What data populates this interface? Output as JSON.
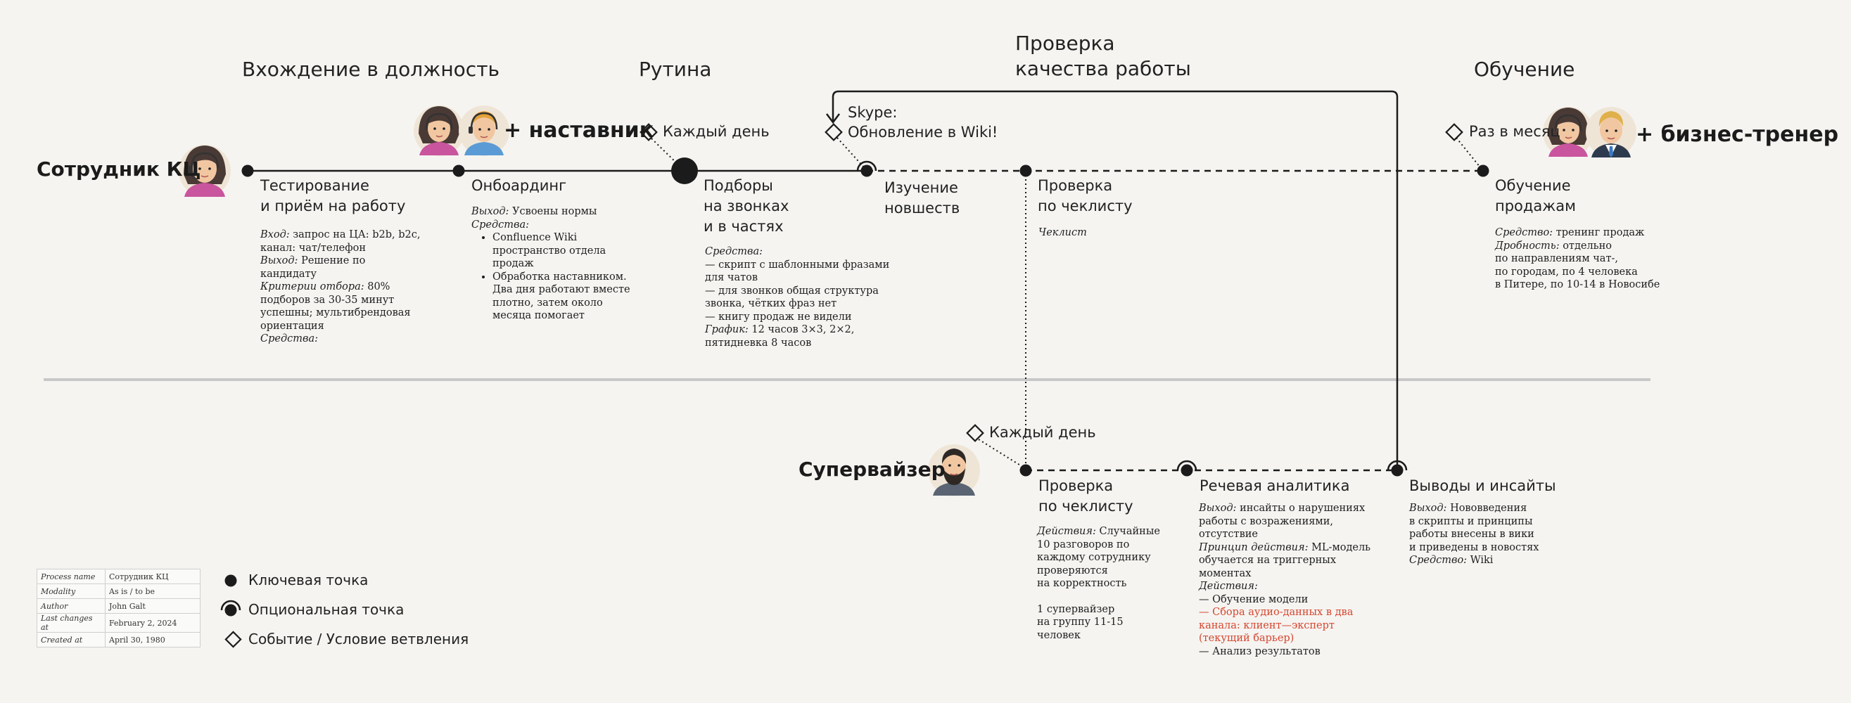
{
  "stages": {
    "onboarding": "Вхождение в должность",
    "routine": "Рутина",
    "quality_line1": "Проверка",
    "quality_line2": "качества работы",
    "training": "Обучение"
  },
  "actors": {
    "employee": "Сотрудник КЦ",
    "supervisor": "Супервайзер",
    "mentor": "+ наставник",
    "trainer": "+ бизнес-тренер"
  },
  "conditions": {
    "daily_routine": "Каждый день",
    "skype_1": "Skype:",
    "skype_2": "Обновление в Wiki!",
    "monthly": "Раз в месяц",
    "daily_supervisor": "Каждый день"
  },
  "steps": {
    "testing": {
      "l1": "Тестирование",
      "l2": "и приём на работу",
      "d1_k": "Вход:",
      "d1_v": "запрос на ЦА: b2b, b2c,",
      "d2": "канал: чат/телефон",
      "d3_k": "Выход:",
      "d3_v": "Решение по",
      "d4": "кандидату",
      "d5_k": "Критерии отбора:",
      "d5_v": "80%",
      "d6": "подборов за 30-35 минут",
      "d7": "успешны; мультибрендовая",
      "d8": "ориентация",
      "d9_k": "Средства:"
    },
    "onboard": {
      "l1": "Онбоардинг",
      "d1_k": "Выход:",
      "d1_v": "Усвоены нормы",
      "d2_k": "Средства:",
      "b1_1": "Confluence Wiki",
      "b1_2": "пространство отдела",
      "b1_3": "продаж",
      "b2_1": "Обработка наставником.",
      "b2_2": "Два дня работают вместе",
      "b2_3": "плотно, затем около",
      "b2_4": "месяца помогает"
    },
    "calls": {
      "l1": "Подборы",
      "l2": "на звонках",
      "l3": "и в частях",
      "d1_k": "Средства:",
      "d2": "— скрипт с шаблонными фразами",
      "d3": "для чатов",
      "d4": "— для звонков общая структура",
      "d5": "звонка, чётких фраз нет",
      "d6": "— книгу продаж не видели",
      "d7_k": "График:",
      "d7_v": "12 часов 3×3, 2×2,",
      "d8": "пятидневка 8 часов"
    },
    "news": {
      "l1": "Изучение",
      "l2": "новшеств"
    },
    "checklist_emp": {
      "l1": "Проверка",
      "l2": "по чеклисту",
      "d1": "Чеклист"
    },
    "sales_training": {
      "l1": "Обучение",
      "l2": "продажам",
      "d1_k": "Средство:",
      "d1_v": "тренинг продаж",
      "d2_k": "Дробность:",
      "d2_v": "отдельно",
      "d3": "по направлениям чат-,",
      "d4": "по городам, по 4 человека",
      "d5": "в Питере, по 10-14 в Новосибе"
    },
    "checklist_sup": {
      "l1": "Проверка",
      "l2": "по чеклисту",
      "d1_k": "Действия:",
      "d1_v": "Случайные",
      "d2": "10 разговоров по",
      "d3": "каждому сотруднику",
      "d4": "проверяются",
      "d5": "на корректность",
      "d6": "1 супервайзер",
      "d7": "на группу 11-15",
      "d8": "человек"
    },
    "speech": {
      "l1": "Речевая аналитика",
      "d1_k": "Выход:",
      "d1_v": "инсайты о нарушениях",
      "d2": "работы с возражениями,",
      "d3": "отсутствие",
      "d4_k": "Принцип действия:",
      "d4_v": "ML-модель",
      "d5": "обучается на триггерных",
      "d6": "моментах",
      "d7_k": "Действия:",
      "d8": "— Обучение модели",
      "d9": "— Сбора аудио-данных в два",
      "d10": "канала: клиент—эксперт",
      "d11": "(текущий барьер)",
      "d12": "— Анализ результатов"
    },
    "insights": {
      "l1": "Выводы и инсайты",
      "d1_k": "Выход:",
      "d1_v": "Нововведения",
      "d2": "в скрипты и принципы",
      "d3": "работы внесены в вики",
      "d4": "и приведены в новостях",
      "d5_k": "Средство:",
      "d5_v": "Wiki"
    }
  },
  "legend": {
    "key_point": "Ключевая точка",
    "optional_point": "Опциональная точка",
    "event": "Событие / Условие ветвления"
  },
  "meta": {
    "rows": [
      {
        "k": "Process name",
        "v": "Сотрудник КЦ"
      },
      {
        "k": "Modality",
        "v": "As is / to be"
      },
      {
        "k": "Author",
        "v": "John Galt"
      },
      {
        "k": "Last changes at",
        "v": "February 2, 2024"
      },
      {
        "k": "Created at",
        "v": "April 30, 1980"
      }
    ]
  },
  "colors": {
    "background": "#f5f4f1",
    "ink": "#1b1b1b",
    "separator": "#c8c8c8",
    "barrier": "#d6462f"
  }
}
